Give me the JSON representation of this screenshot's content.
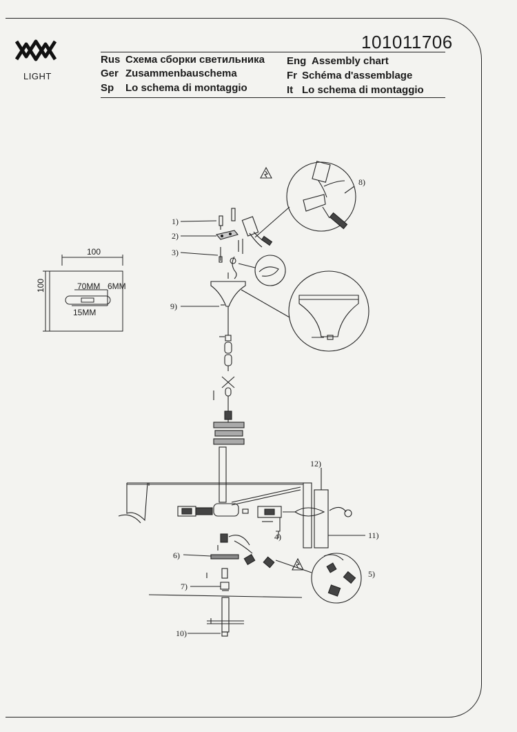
{
  "header": {
    "brand_label": "LIGHT",
    "product_code": "101011706",
    "titles": [
      {
        "lang": "Rus",
        "text": "Схема сборки светильника"
      },
      {
        "lang": "Eng",
        "text": "Assembly chart"
      },
      {
        "lang": "Ger",
        "text": "Zusammenbauschema"
      },
      {
        "lang": "Fr",
        "text": "Schéma d'assemblage"
      },
      {
        "lang": "Sp",
        "text": "Lo schema di montaggio"
      },
      {
        "lang": "It",
        "text": "Lo schema di montaggio"
      }
    ]
  },
  "plate_dims": {
    "width": "100",
    "height": "100",
    "slot_len": "70MM",
    "slot_w": "6MM",
    "slot_h": "15MM"
  },
  "parts": [
    "1)",
    "2)",
    "3)",
    "4)",
    "5)",
    "6)",
    "7)",
    "8)",
    "9)",
    "10)",
    "11)",
    "12)"
  ]
}
